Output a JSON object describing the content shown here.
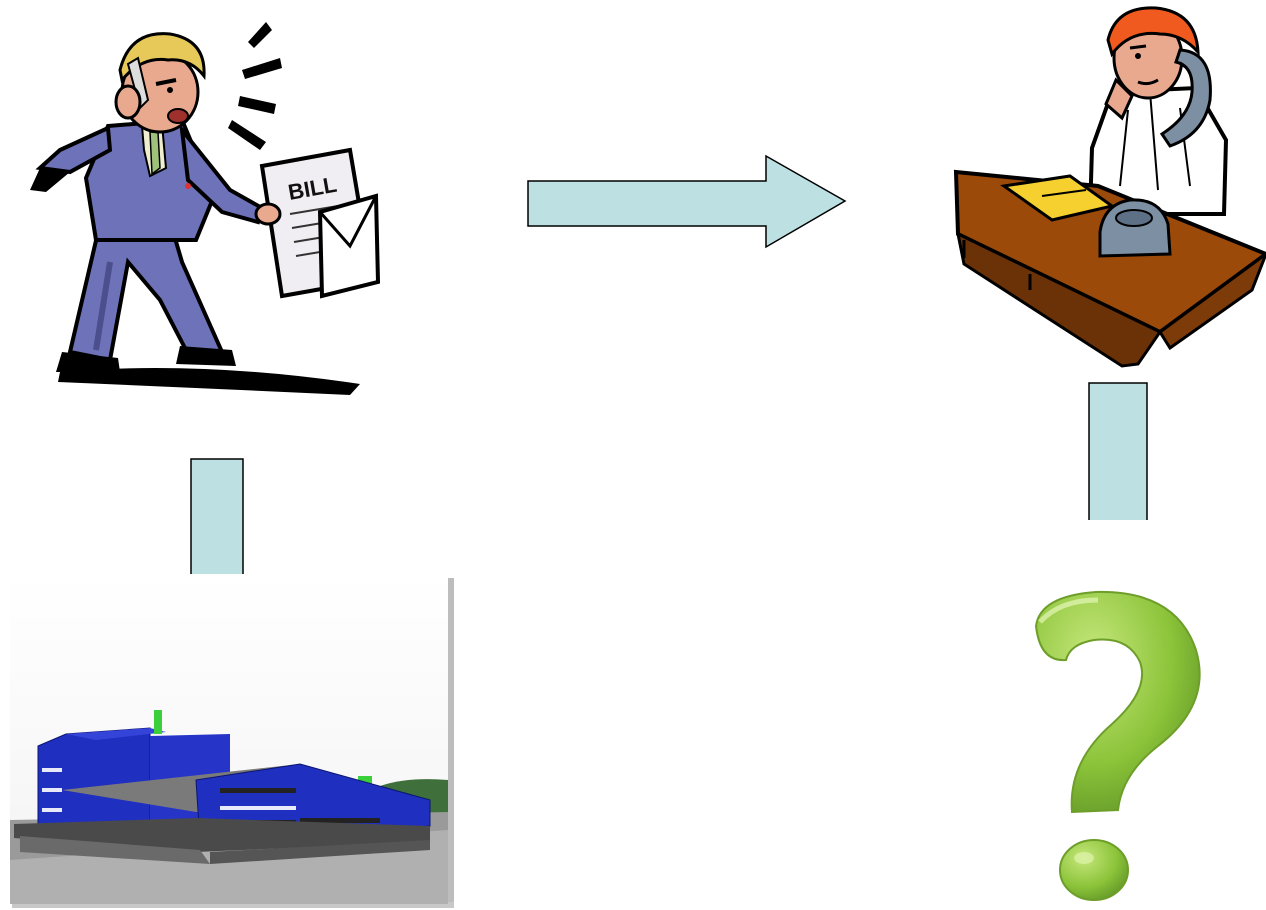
{
  "colors": {
    "arrow_fill": "#bde1e3",
    "arrow_stroke": "#000000",
    "suit": "#6e72b8",
    "suit_shadow": "#4b4f8e",
    "hair_blond": "#e7c95a",
    "hair_red": "#f05a1e",
    "skin": "#e8a98f",
    "desk": "#9c4a0a",
    "desk_dark": "#6b3208",
    "phone_gray": "#7c8fa3",
    "paper_yellow": "#f5d02e",
    "building_blue": "#1f2fbf",
    "ground_gray": "#9a9a9a",
    "chimney_green": "#3ccf3c",
    "question_green": "#8cc43a",
    "question_highlight": "#c6e77c"
  },
  "bill_text": "BILL",
  "icons": [
    "angry-customer-with-bill-icon",
    "clerk-on-phone-at-desk-icon",
    "factory-building-icon",
    "question-mark-icon"
  ],
  "arrows": [
    "right",
    "down",
    "down"
  ]
}
